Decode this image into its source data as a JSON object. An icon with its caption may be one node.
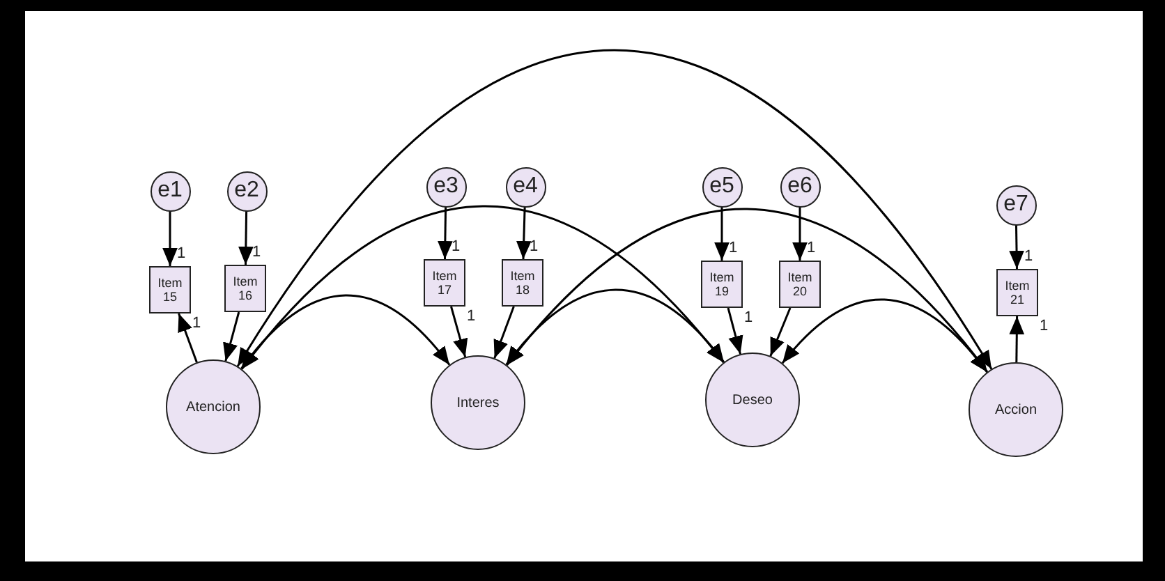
{
  "diagram": {
    "nodes": [
      {
        "text": [
          "e1"
        ]
      },
      {
        "text": [
          "e2"
        ]
      },
      {
        "text": [
          "e3"
        ]
      },
      {
        "text": [
          "e4"
        ]
      },
      {
        "text": [
          "e5"
        ]
      },
      {
        "text": [
          "e6"
        ]
      },
      {
        "text": [
          "e7"
        ]
      },
      {
        "text": [
          "Item 15"
        ]
      },
      {
        "text": [
          "Item 16"
        ]
      },
      {
        "text": [
          "Item 17"
        ]
      },
      {
        "text": [
          "Item 18"
        ]
      },
      {
        "text": [
          "Item 19"
        ]
      },
      {
        "text": [
          "Item 20"
        ]
      },
      {
        "text": [
          "Item 21"
        ]
      },
      {
        "text": [
          "Atencion"
        ]
      },
      {
        "text": [
          "Interes"
        ]
      },
      {
        "text": [
          "Deseo"
        ]
      },
      {
        "text": [
          "Accion"
        ]
      }
    ],
    "edges": [
      {
        "from": 0,
        "to": 7,
        "arrow": "to",
        "label": "1"
      },
      {
        "from": 1,
        "to": 8,
        "arrow": "to",
        "label": "1"
      },
      {
        "from": 2,
        "to": 9,
        "arrow": "to",
        "label": "1"
      },
      {
        "from": 3,
        "to": 10,
        "arrow": "to",
        "label": "1"
      },
      {
        "from": 4,
        "to": 11,
        "arrow": "to",
        "label": "1"
      },
      {
        "from": 5,
        "to": 12,
        "arrow": "to",
        "label": "1"
      },
      {
        "from": 6,
        "to": 13,
        "arrow": "to",
        "label": "1"
      },
      {
        "from": 14,
        "to": 7,
        "arrow": "to",
        "label": "1"
      },
      {
        "from": 8,
        "to": 14,
        "arrow": "to"
      },
      {
        "from": 9,
        "to": 15,
        "arrow": "to",
        "label": "1"
      },
      {
        "from": 10,
        "to": 15,
        "arrow": "to"
      },
      {
        "from": 11,
        "to": 16,
        "arrow": "to",
        "label": "1"
      },
      {
        "from": 12,
        "to": 16,
        "arrow": "to"
      },
      {
        "from": 17,
        "to": 13,
        "arrow": "to",
        "label": "1"
      },
      {
        "from": 14,
        "to": 15,
        "arrow": "both"
      },
      {
        "from": 14,
        "to": 16,
        "arrow": "both"
      },
      {
        "from": 14,
        "to": 17,
        "arrow": "both"
      },
      {
        "from": 15,
        "to": 16,
        "arrow": "both"
      },
      {
        "from": 15,
        "to": 17,
        "arrow": "both"
      },
      {
        "from": 16,
        "to": 17,
        "arrow": "both"
      }
    ]
  }
}
